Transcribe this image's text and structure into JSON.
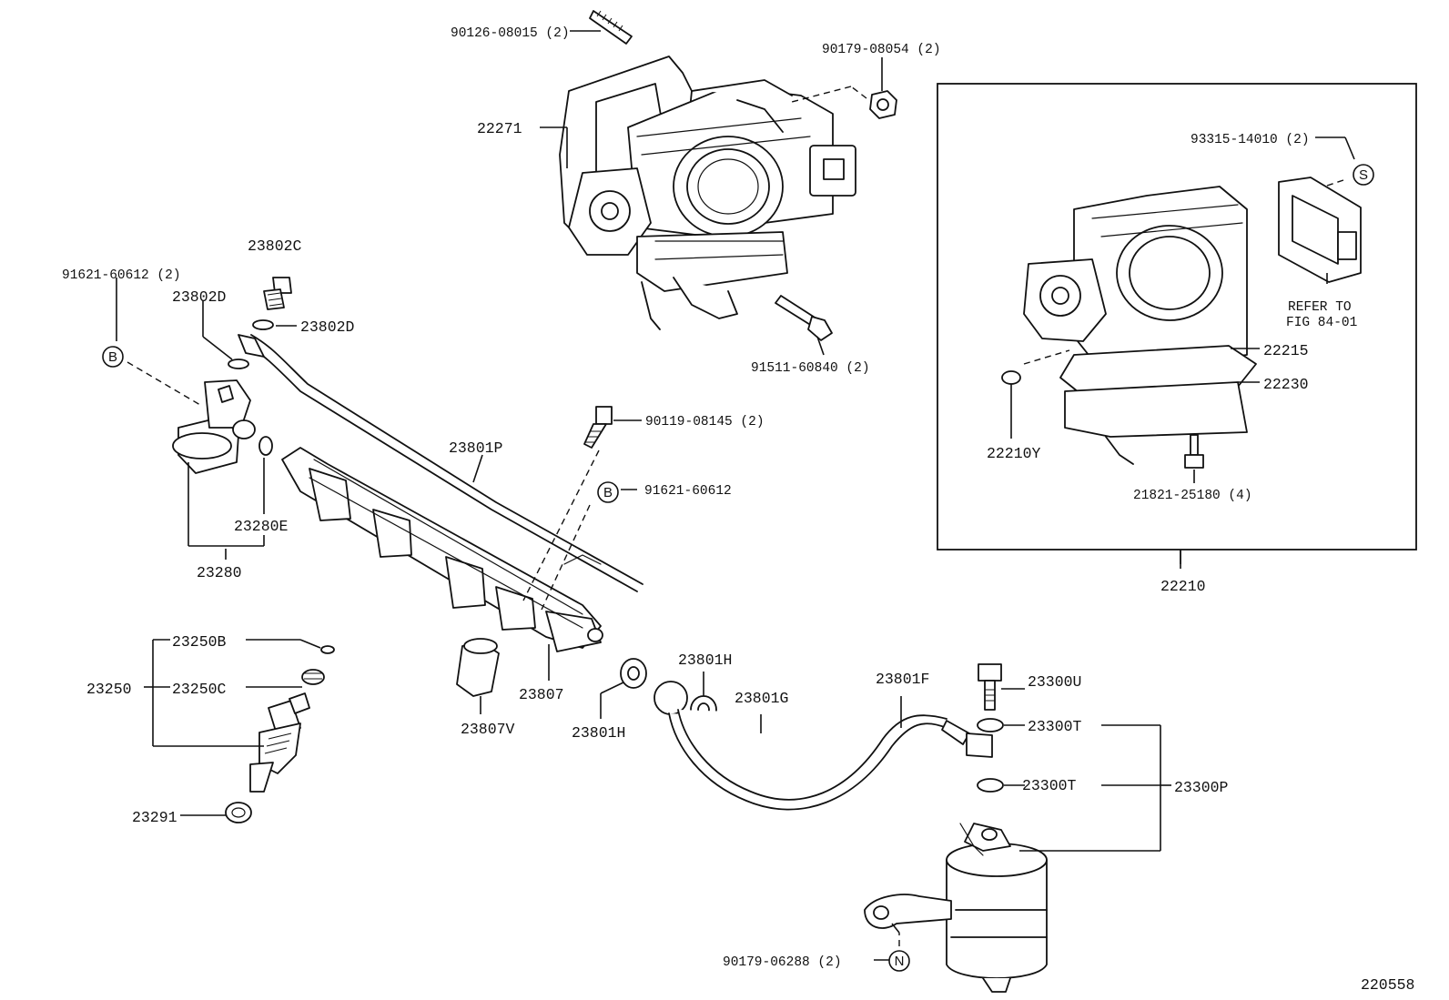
{
  "labels": {
    "p90126": "90126-08015 (2)",
    "p90179a": "90179-08054 (2)",
    "p22271": "22271",
    "p93315": "93315-14010 (2)",
    "p23802c": "23802C",
    "p91621a": "91621-60612 (2)",
    "p23802d_a": "23802D",
    "p23802d_b": "23802D",
    "p91511": "91511-60840 (2)",
    "refer1": "REFER TO",
    "refer2": "FIG 84-01",
    "p22215": "22215",
    "p22230": "22230",
    "p90119": "90119-08145 (2)",
    "p23801p": "23801P",
    "p22210y": "22210Y",
    "p91621b": "91621-60612",
    "p21821": "21821-25180 (4)",
    "p23280e": "23280E",
    "p22210": "22210",
    "p23280": "23280",
    "p23250b": "23250B",
    "p23801h_a": "23801H",
    "p23801f": "23801F",
    "p23300u": "23300U",
    "p23250": "23250",
    "p23250c": "23250C",
    "p23807": "23807",
    "p23801g": "23801G",
    "p23300t_a": "23300T",
    "p23807v": "23807V",
    "p23801h_b": "23801H",
    "p23300p": "23300P",
    "p23300t_b": "23300T",
    "p23291": "23291",
    "p90179b": "90179-06288 (2)",
    "figno": "220558"
  },
  "markers": {
    "b1": "B",
    "b2": "B",
    "s": "S",
    "n": "N"
  }
}
